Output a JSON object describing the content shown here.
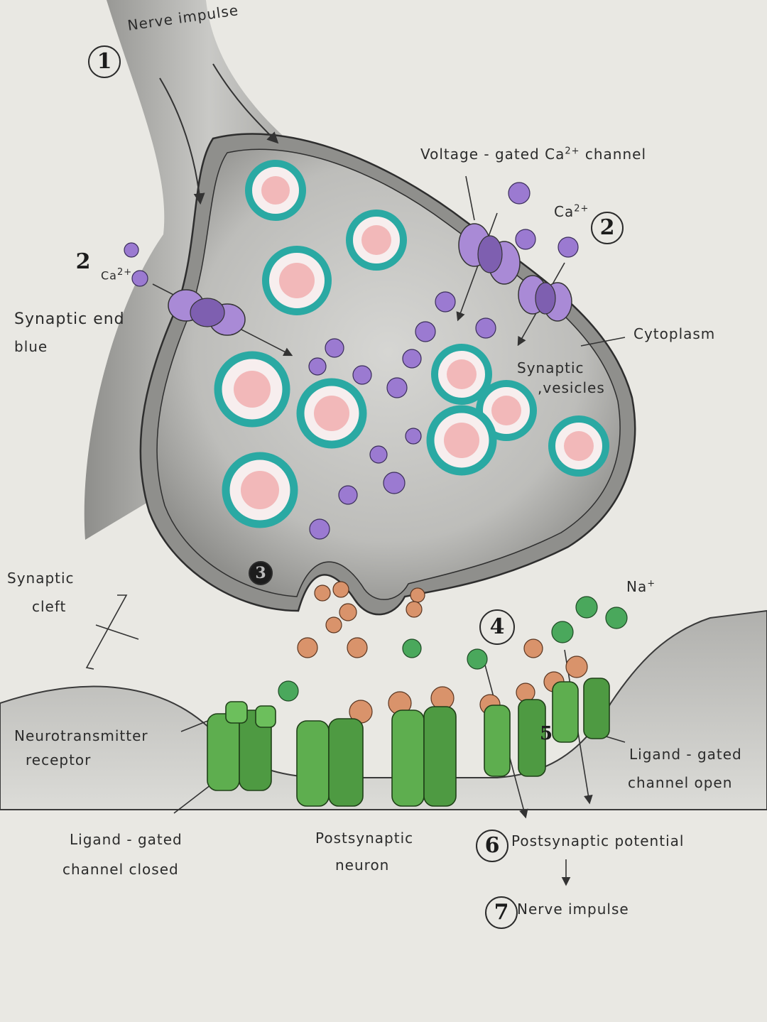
{
  "colors": {
    "paper": "#e9e8e3",
    "neuron_gray": "#b9b9b6",
    "vesicle_ring": "#2aa9a3",
    "vesicle_core": "#f2b8b9",
    "calcium": "#9b7ad1",
    "channel_violet": "#a98ad6",
    "neurotransmitter": "#d9936b",
    "sodium": "#4aa85c",
    "receptor_green": "#5eae4f"
  },
  "labels": {
    "nerve_impulse_top": "Nerve impulse",
    "voltage_gated": "Voltage - gated Ca",
    "voltage_sup": "2+",
    "voltage_tail": " channel",
    "ca_right": "Ca",
    "ca_right_sup": "2+",
    "ca_left": "Ca",
    "ca_left_sup": "2+",
    "synaptic_end_1": "Synaptic    end",
    "synaptic_end_2": "blue",
    "cytoplasm": "Cytoplasm",
    "synaptic_vesicles_1": "Synaptic",
    "synaptic_vesicles_2": ",vesicles",
    "synaptic_cleft_1": "Synaptic",
    "synaptic_cleft_2": "cleft",
    "na": "Na",
    "na_sup": "+",
    "nt_receptor_1": "Neurotransmitter",
    "nt_receptor_2": "receptor",
    "lg_open_1": "Ligand - gated",
    "lg_open_2": "channel  open",
    "lg_closed_1": "Ligand - gated",
    "lg_closed_2": "channel  closed",
    "postsyn_neuron_1": "Postsynaptic",
    "postsyn_neuron_2": "neuron",
    "postsyn_potential": "Postsynaptic    potential",
    "nerve_impulse_bottom": "Nerve    impulse"
  },
  "steps": {
    "s1": "1",
    "s2_left": "2",
    "s2_right": "2",
    "s3": "3",
    "s4": "4",
    "s5": "5",
    "s6": "6",
    "s7": "7"
  }
}
